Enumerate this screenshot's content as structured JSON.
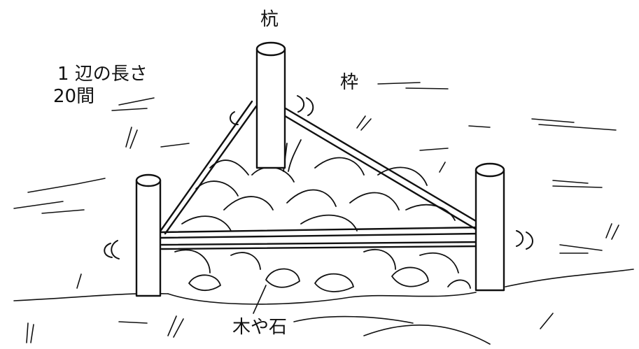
{
  "labels": {
    "stake": "杭",
    "side_length_line1": "1 辺の長さ",
    "side_length_line2": "20間",
    "frame": "枠",
    "wood_and_stone": "木や石"
  },
  "colors": {
    "ink": "#111111",
    "background": "#ffffff"
  }
}
